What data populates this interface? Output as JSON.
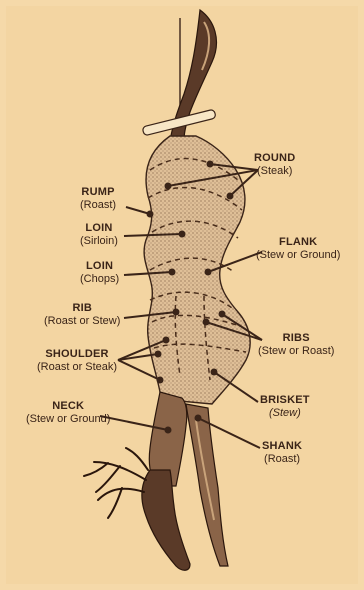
{
  "labels": {
    "round": {
      "name": "ROUND",
      "sub": "(Steak)"
    },
    "rump": {
      "name": "RUMP",
      "sub": "(Roast)"
    },
    "loin1": {
      "name": "LOIN",
      "sub": "(Sirloin)"
    },
    "flank": {
      "name": "FLANK",
      "sub": "(Stew or Ground)"
    },
    "loin2": {
      "name": "LOIN",
      "sub": "(Chops)"
    },
    "rib": {
      "name": "RIB",
      "sub": "(Roast or Stew)"
    },
    "ribs": {
      "name": "RIBS",
      "sub": "(Stew or Roast)"
    },
    "shoulder": {
      "name": "SHOULDER",
      "sub": "(Roast or Steak)"
    },
    "brisket": {
      "name": "BRISKET",
      "sub": "(Stew)"
    },
    "neck": {
      "name": "NECK",
      "sub": "(Stew or Ground)"
    },
    "shank": {
      "name": "SHANK",
      "sub": "(Roast)"
    }
  },
  "colors": {
    "background": "#f3d5a2",
    "ink": "#3a2418",
    "meat": "#d9b58c"
  }
}
